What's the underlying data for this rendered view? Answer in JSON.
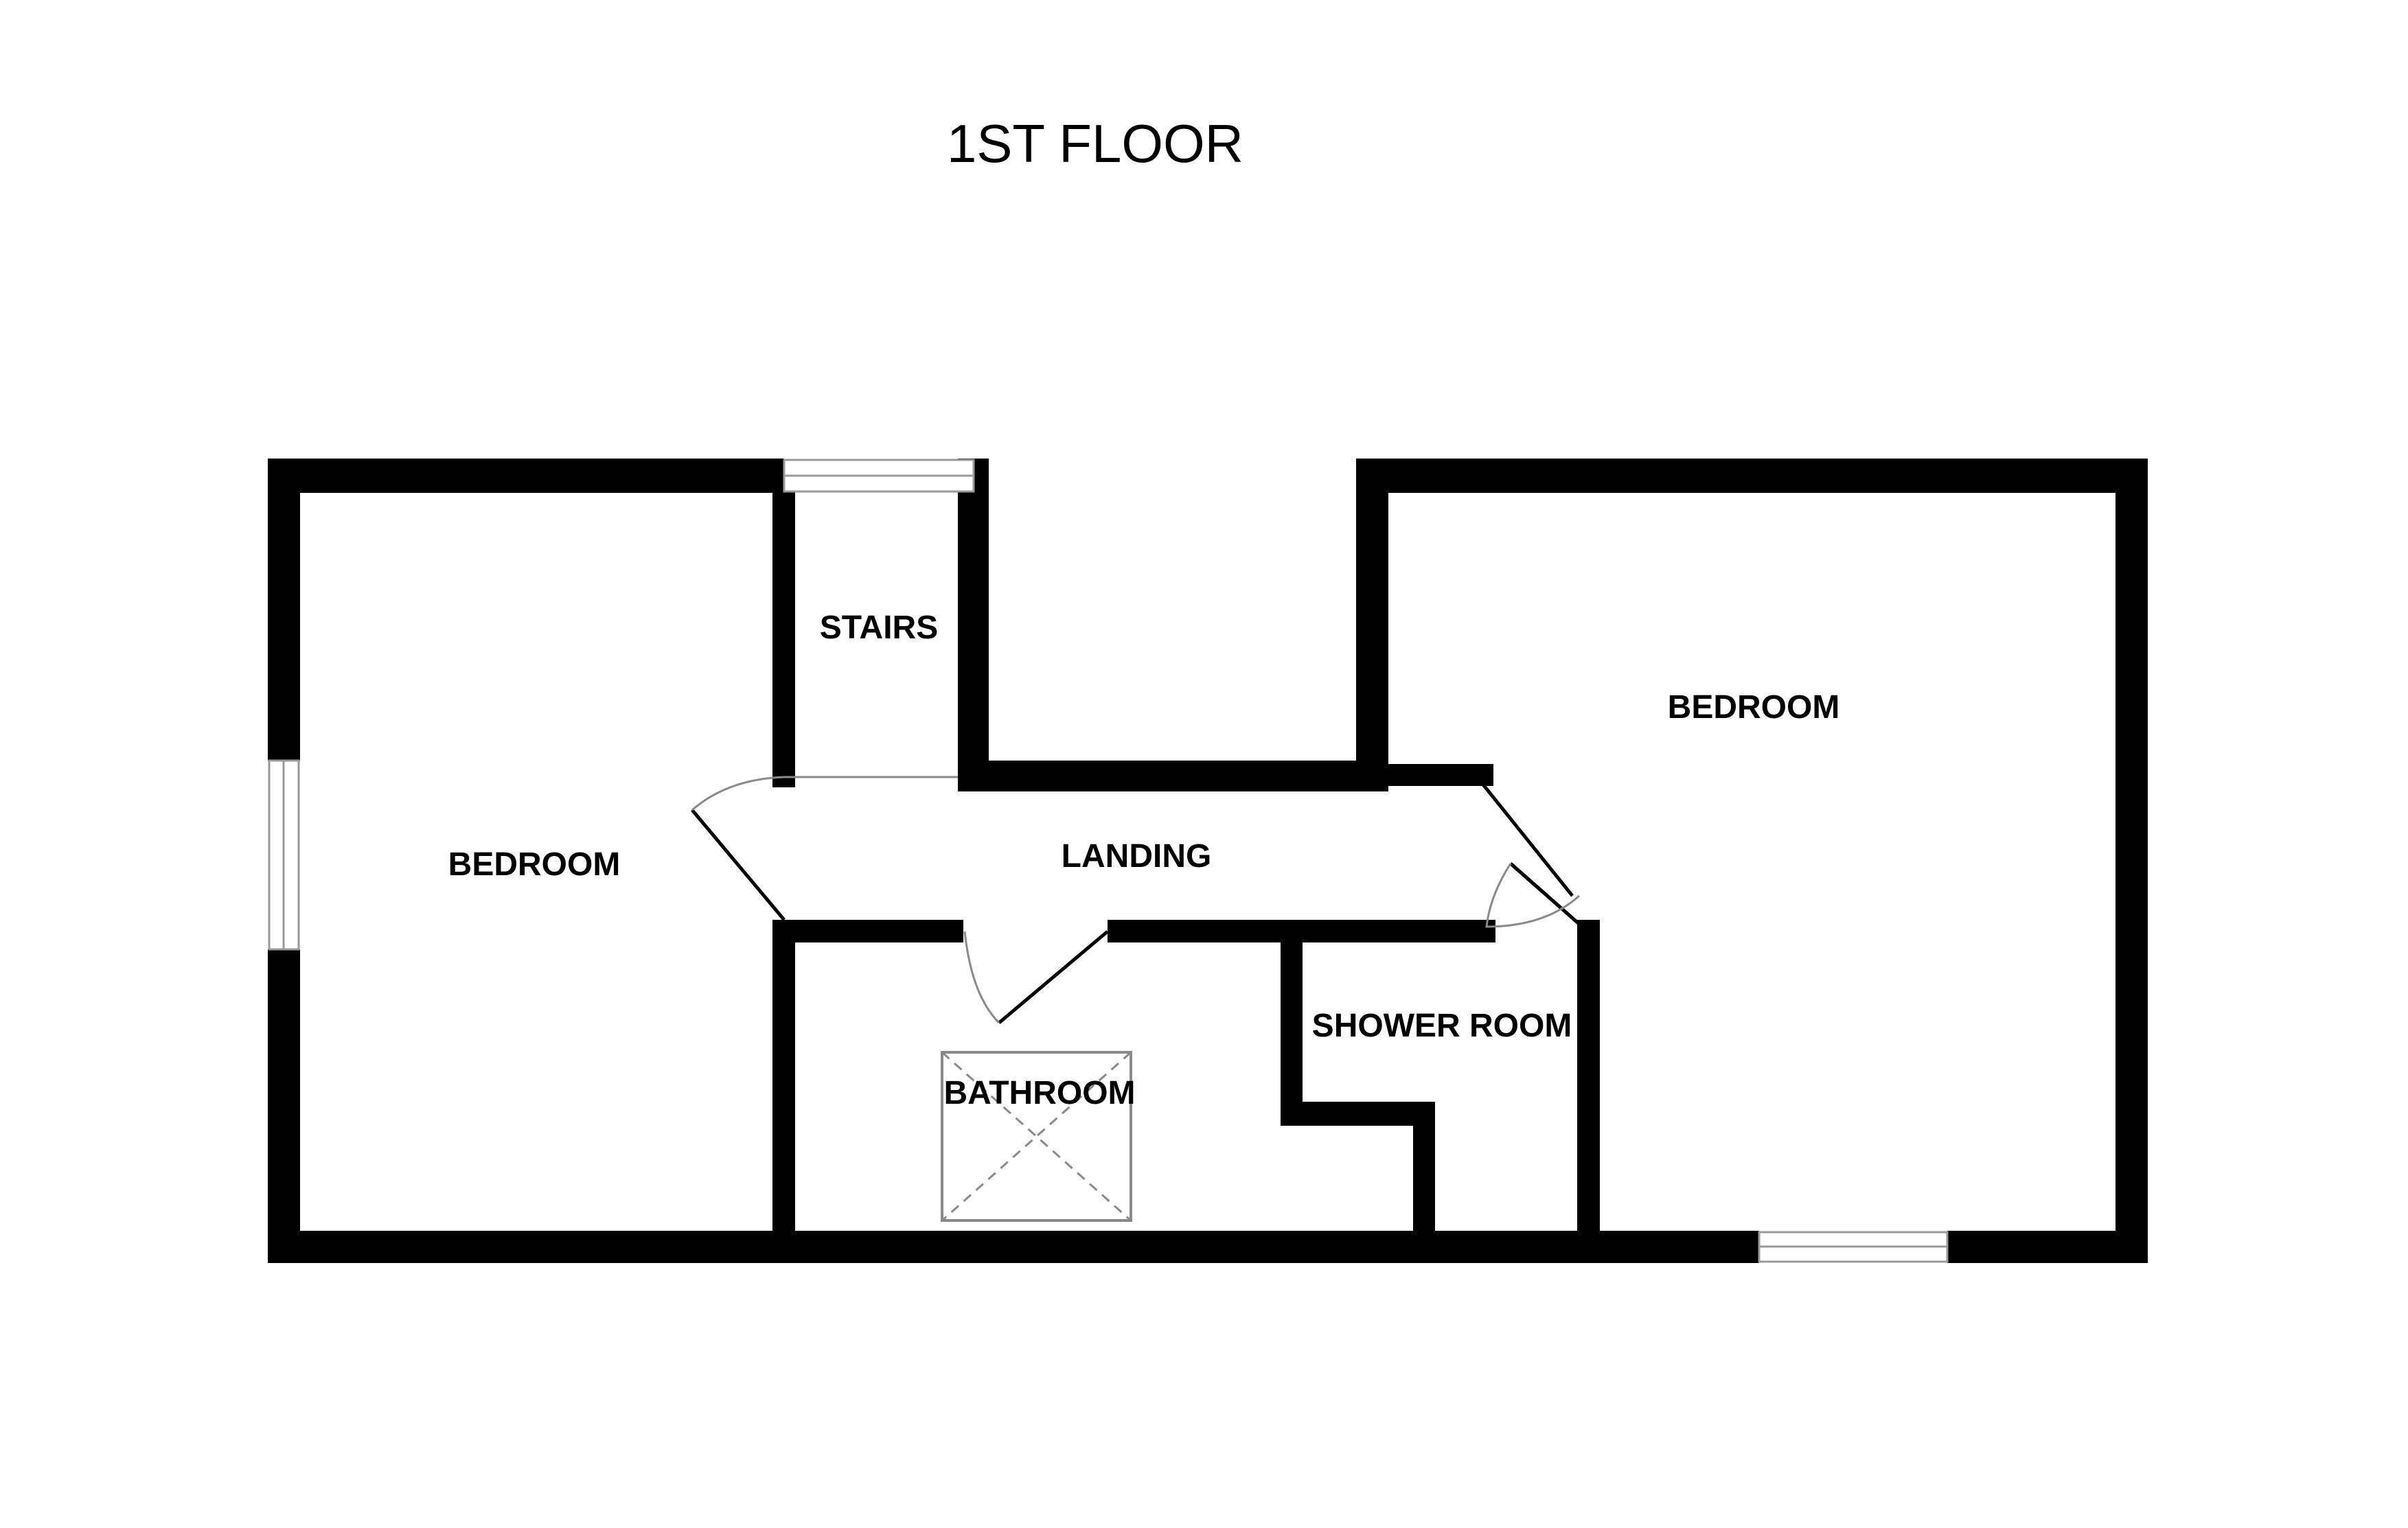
{
  "floor": {
    "title": "1ST FLOOR"
  },
  "rooms": {
    "bedroom_left": "BEDROOM",
    "stairs": "STAIRS",
    "landing": "LANDING",
    "bedroom_right": "BEDROOM",
    "shower_room": "SHOWER ROOM",
    "bathroom": "BATHROOM"
  },
  "colors": {
    "wall": "#000000",
    "background": "#ffffff",
    "fixture": "#8a8a8a"
  }
}
